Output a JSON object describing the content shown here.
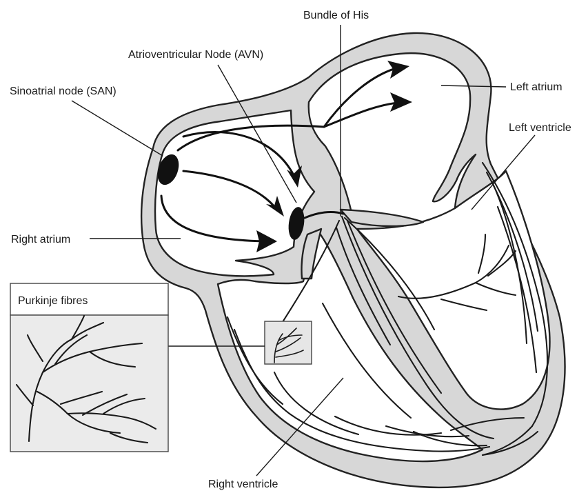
{
  "labels": {
    "bundle_of_his": "Bundle of His",
    "avn": "Atrioventricular Node (AVN)",
    "san": "Sinoatrial node (SAN)",
    "left_atrium": "Left atrium",
    "left_ventricle": "Left ventricle",
    "right_atrium": "Right atrium",
    "right_ventricle": "Right ventricle"
  },
  "inset": {
    "title": "Purkinje fibres"
  },
  "colors": {
    "tissue": "#d7d7d7",
    "outline": "#222222",
    "node": "#111111",
    "background": "#ffffff"
  }
}
